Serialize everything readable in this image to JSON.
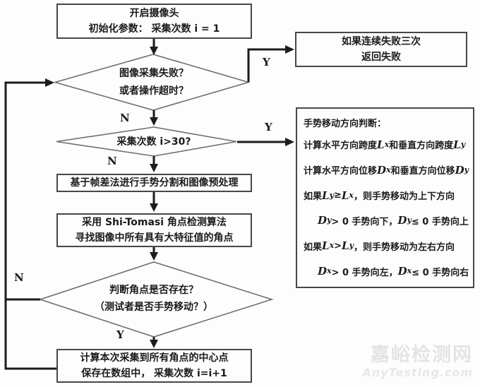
{
  "flowchart": {
    "start_box": {
      "line1": "开启摄像头",
      "line2": "初始化参数：  采集次数 i = 1"
    },
    "fail_box": {
      "line1": "如果连续失败三次",
      "line2": "返回失败"
    },
    "capture_fail_diamond": {
      "line1": "图像采集失败？",
      "line2": "或者操作超时？"
    },
    "count_diamond": {
      "line1": "采集次数 i>30?"
    },
    "frame_diff_box": {
      "line1": "基于帧差法进行手势分割和图像预处理"
    },
    "shi_tomasi_box": {
      "line1": "采用 Shi-Tomasi 角点检测算法",
      "line2": "寻找图像中所有具有大特征值的角点"
    },
    "corner_exist_diamond": {
      "line1": "判断角点是否存在？",
      "line2": "（测试者是否手势移动？）"
    },
    "center_box": {
      "line1": "计算本次采集到所有角点的中心点",
      "line2": "保存在数组中， 采集次数 i=i+1"
    },
    "labels": {
      "y_fail": "Y",
      "n_fail": "N",
      "y_count": "Y",
      "n_count": "N",
      "n_corner": "N",
      "y_corner": "Y"
    }
  },
  "direction_box": {
    "title": "手势移动方向判断：",
    "lines": [
      {
        "indent": 0,
        "segs": [
          [
            "计算水平方向跨度 ",
            "n"
          ],
          [
            "L",
            "v"
          ],
          [
            "x",
            "vs"
          ],
          [
            " 和垂直方向跨度 ",
            "n"
          ],
          [
            "L",
            "v"
          ],
          [
            "y",
            "vs"
          ]
        ]
      },
      {
        "indent": 0,
        "segs": [
          [
            "计算水平方向位移 ",
            "n"
          ],
          [
            "D",
            "v"
          ],
          [
            "x",
            "vs"
          ],
          [
            " 和垂直方向位移 ",
            "n"
          ],
          [
            "D",
            "v"
          ],
          [
            "y",
            "vs"
          ]
        ]
      },
      {
        "indent": 0,
        "segs": [
          [
            "如果 ",
            "n"
          ],
          [
            "L",
            "v"
          ],
          [
            "y",
            "vs"
          ],
          [
            " ≥ ",
            "n"
          ],
          [
            "L",
            "v"
          ],
          [
            "x",
            "vs"
          ],
          [
            "，则手势移动为上下方向",
            "n"
          ]
        ]
      },
      {
        "indent": 1,
        "segs": [
          [
            "D",
            "v"
          ],
          [
            "y",
            "vs"
          ],
          [
            " > 0 手势向下， ",
            "n"
          ],
          [
            "D",
            "v"
          ],
          [
            "y",
            "vs"
          ],
          [
            " ≤ 0 手势向上",
            "n"
          ]
        ]
      },
      {
        "indent": 0,
        "segs": [
          [
            "如果 ",
            "n"
          ],
          [
            "L",
            "v"
          ],
          [
            "x",
            "vs"
          ],
          [
            " > ",
            "n"
          ],
          [
            "L",
            "v"
          ],
          [
            "y",
            "vs"
          ],
          [
            "，则手势移动为左右方向",
            "n"
          ]
        ]
      },
      {
        "indent": 1,
        "segs": [
          [
            "D",
            "v"
          ],
          [
            "x",
            "vs"
          ],
          [
            " > 0 手势向左， ",
            "n"
          ],
          [
            "D",
            "v"
          ],
          [
            "x",
            "vs"
          ],
          [
            " ≤ 0 手势向右",
            "n"
          ]
        ]
      }
    ]
  },
  "watermark": {
    "cn": "嘉峪检测网",
    "en": "AnyTesting.com"
  },
  "colors": {
    "wire": "#1c1c1c",
    "box_border": "#474747",
    "diamond_border": "#6e6e6e",
    "text": "#1b1b1b",
    "watermark": "#e6e4e2"
  }
}
